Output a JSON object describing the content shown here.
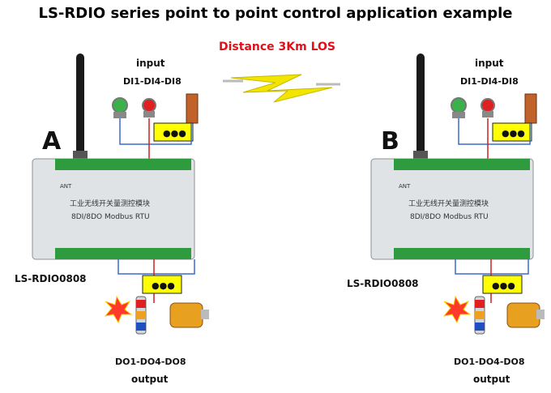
{
  "title": "LS-RDIO series point to point control application example",
  "distance": "Distance 3Km LOS",
  "units": [
    {
      "letter": "A",
      "model": "LS-RDIO0808",
      "input_heading": "input",
      "input_range": "DI1-DI4-DI8",
      "output_range": "DO1-DO4-DO8",
      "output_heading": "output",
      "ellipsis": "●●●",
      "board_title": "工业无线开关量测控模块",
      "board_subtitle": "8DI/8DO Modbus RTU",
      "ant_label": "ANT"
    },
    {
      "letter": "B",
      "model": "LS-RDIO0808",
      "input_heading": "input",
      "input_range": "DI1-DI4-DI8",
      "output_range": "DO1-DO4-DO8",
      "output_heading": "output",
      "ellipsis": "●●●",
      "board_title": "工业无线开关量测控模块",
      "board_subtitle": "8DI/8DO Modbus RTU",
      "ant_label": "ANT"
    }
  ],
  "colors": {
    "title_red": "#e0101a",
    "board_body": "#dfe3e6",
    "terminal_green": "#2e9c3e",
    "ellipsis_box": "#ffff00",
    "lightning": "#f2e600"
  }
}
